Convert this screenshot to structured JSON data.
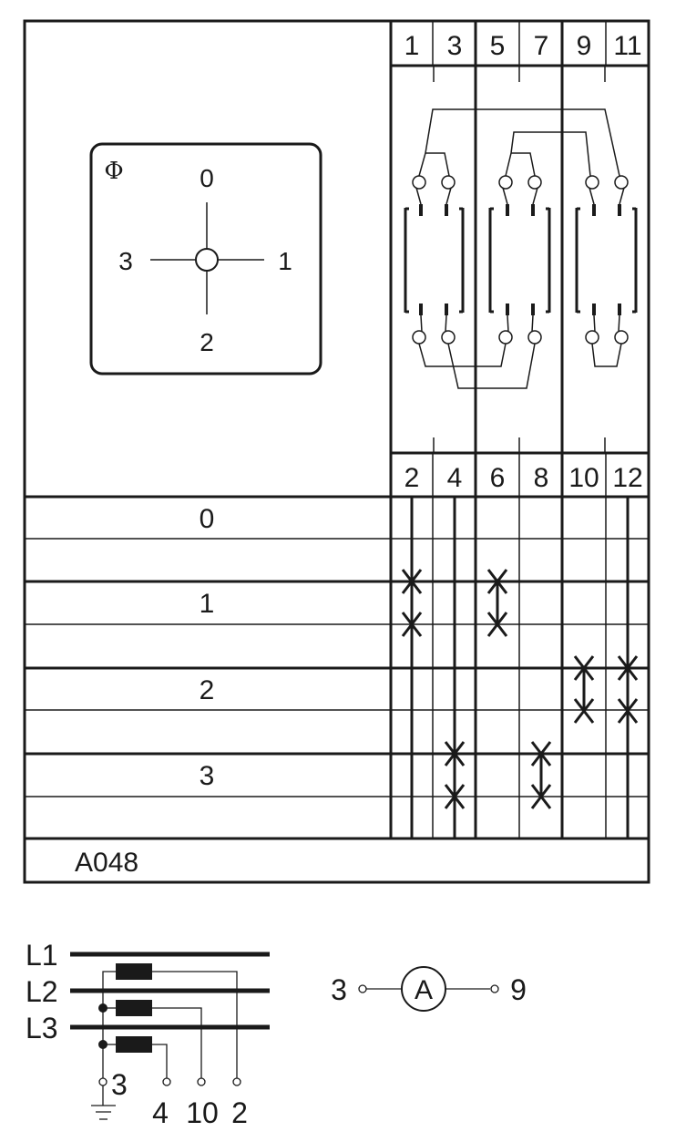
{
  "diagram": {
    "code": "A048",
    "knob": {
      "symbol": "Φ",
      "positions": {
        "top": "0",
        "right": "1",
        "bottom": "2",
        "left": "3"
      }
    },
    "terminals_top": [
      "1",
      "3",
      "5",
      "7",
      "9",
      "11"
    ],
    "terminals_bottom": [
      "2",
      "4",
      "6",
      "8",
      "10",
      "12"
    ],
    "positions": [
      "0",
      "1",
      "2",
      "3"
    ],
    "switching": {
      "1": [
        "2",
        "6"
      ],
      "2": [
        "10",
        "12"
      ],
      "3": [
        "4",
        "8"
      ]
    },
    "wiring": {
      "lines": [
        "L1",
        "L2",
        "L3"
      ],
      "terminals": [
        "3",
        "4",
        "10",
        "2"
      ]
    },
    "ammeter": {
      "symbol": "A",
      "left_terminal": "3",
      "right_terminal": "9"
    }
  }
}
